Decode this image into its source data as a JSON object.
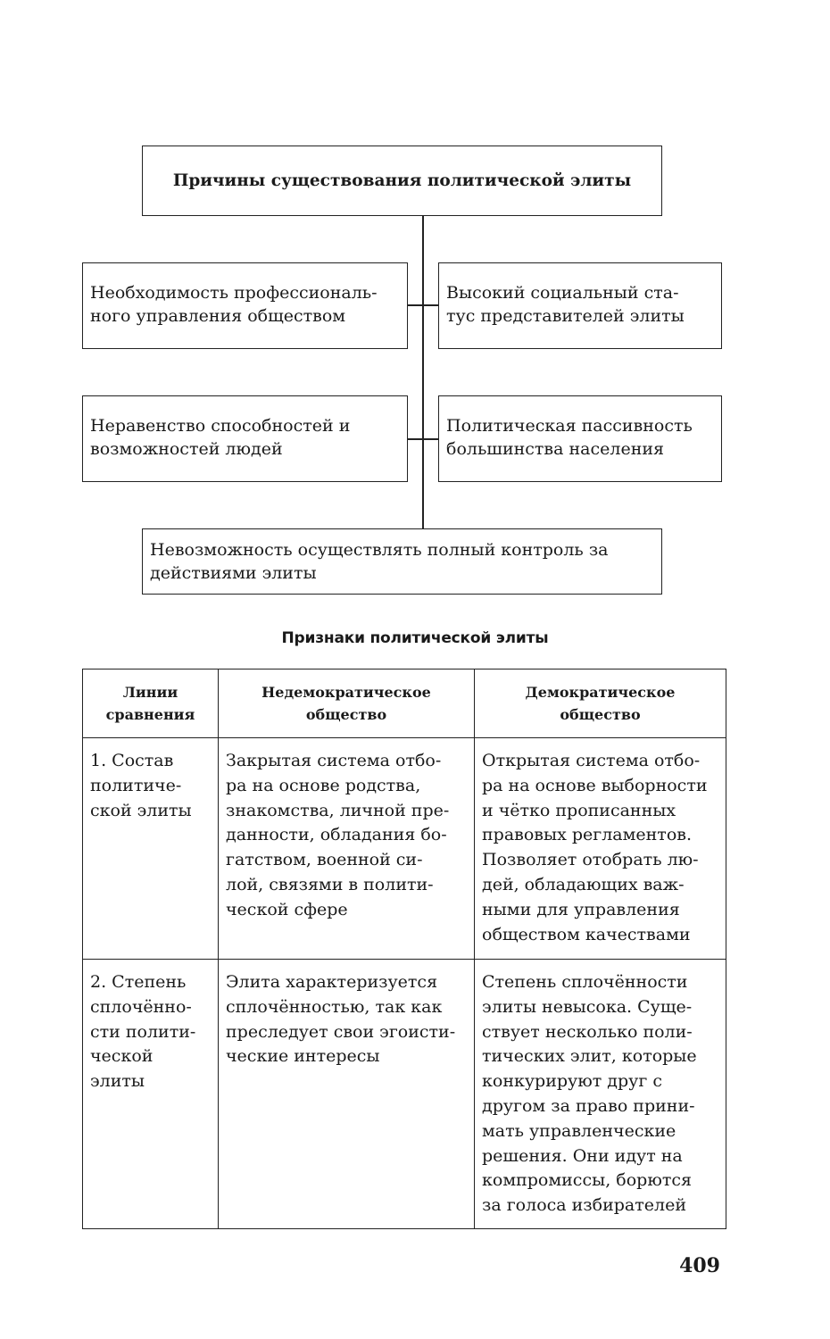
{
  "diagram": {
    "title": "Причины существования политической элиты",
    "left_top": "Необходимость профессиональ-\nного управления обществом",
    "right_top": "Высокий социальный ста-\nтус представителей элиты",
    "left_bottom": "Неравенство способностей и\nвозможностей людей",
    "right_bottom": "Политическая пассивность\nбольшинства населения",
    "bottom": "Невозможность осуществлять полный контроль за\nдействиями элиты"
  },
  "table": {
    "caption": "Признаки политической элиты",
    "headers": [
      "Линии\nсравнения",
      "Недемократическое\nобщество",
      "Демократическое\nобщество"
    ],
    "rows": [
      [
        "1. Состав\nполитиче-\nской элиты",
        "Закрытая система отбо-\nра на основе родства,\nзнакомства, личной пре-\nданности, обладания бо-\nгатством, военной си-\nлой, связями в полити-\nческой сфере",
        "Открытая система отбо-\nра на основе выборности\nи чётко прописанных\nправовых регламентов.\nПозволяет отобрать лю-\nдей, обладающих важ-\nными для управления\nобществом качествами"
      ],
      [
        "2. Степень\nсплочённо-\nсти полити-\nческой\nэлиты",
        "Элита характеризуется\nсплочённостью, так как\nпреследует свои эгоисти-\nческие интересы",
        "Степень сплочённости\nэлиты невысока. Суще-\nствует несколько поли-\nтических элит, которые\nконкурируют друг с\nдругом за право прини-\nмать управленческие\nрешения. Они идут на\nкомпромиссы, борются\nза голоса избирателей"
      ]
    ]
  },
  "page_number": "409"
}
